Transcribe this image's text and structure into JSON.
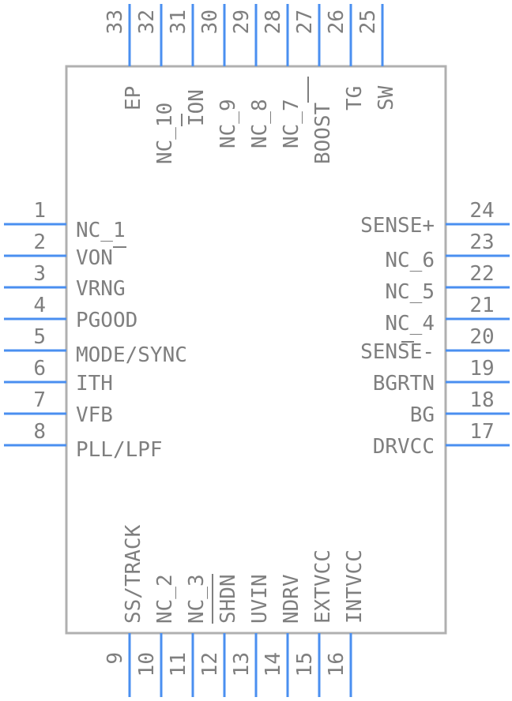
{
  "pins_left": [
    {
      "num": "1",
      "name": "NC_1"
    },
    {
      "num": "2",
      "name": "VON"
    },
    {
      "num": "3",
      "name": "VRNG"
    },
    {
      "num": "4",
      "name": "PGOOD"
    },
    {
      "num": "5",
      "name": "MODE/SYNC"
    },
    {
      "num": "6",
      "name": "ITH"
    },
    {
      "num": "7",
      "name": "VFB"
    },
    {
      "num": "8",
      "name": "PLL/LPF"
    }
  ],
  "pins_bottom": [
    {
      "num": "9",
      "name": "SS/TRACK"
    },
    {
      "num": "10",
      "name": "NC_2"
    },
    {
      "num": "11",
      "name": "NC_3"
    },
    {
      "num": "12",
      "name": "SHDN"
    },
    {
      "num": "13",
      "name": "UVIN"
    },
    {
      "num": "14",
      "name": "NDRV"
    },
    {
      "num": "15",
      "name": "EXTVCC"
    },
    {
      "num": "16",
      "name": "INTVCC"
    }
  ],
  "pins_right": [
    {
      "num": "17",
      "name": "DRVCC"
    },
    {
      "num": "18",
      "name": "BG"
    },
    {
      "num": "19",
      "name": "BGRTN"
    },
    {
      "num": "20",
      "name": "SENSE-"
    },
    {
      "num": "21",
      "name": "NC_4"
    },
    {
      "num": "22",
      "name": "NC_5"
    },
    {
      "num": "23",
      "name": "NC_6"
    },
    {
      "num": "24",
      "name": "SENSE+"
    }
  ],
  "pins_top": [
    {
      "num": "25",
      "name": "SW"
    },
    {
      "num": "26",
      "name": "TG"
    },
    {
      "num": "27",
      "name": "BOOST"
    },
    {
      "num": "28",
      "name": "NC_7"
    },
    {
      "num": "29",
      "name": "NC_8"
    },
    {
      "num": "30",
      "name": "NC_9"
    },
    {
      "num": "31",
      "name": "ION"
    },
    {
      "num": "32",
      "name": "NC_10"
    },
    {
      "num": "33",
      "name": "EP"
    }
  ],
  "colors": {
    "pin": "#4a8ff0",
    "body_outline": "#b0b0b0",
    "text": "#7f7f7f"
  }
}
